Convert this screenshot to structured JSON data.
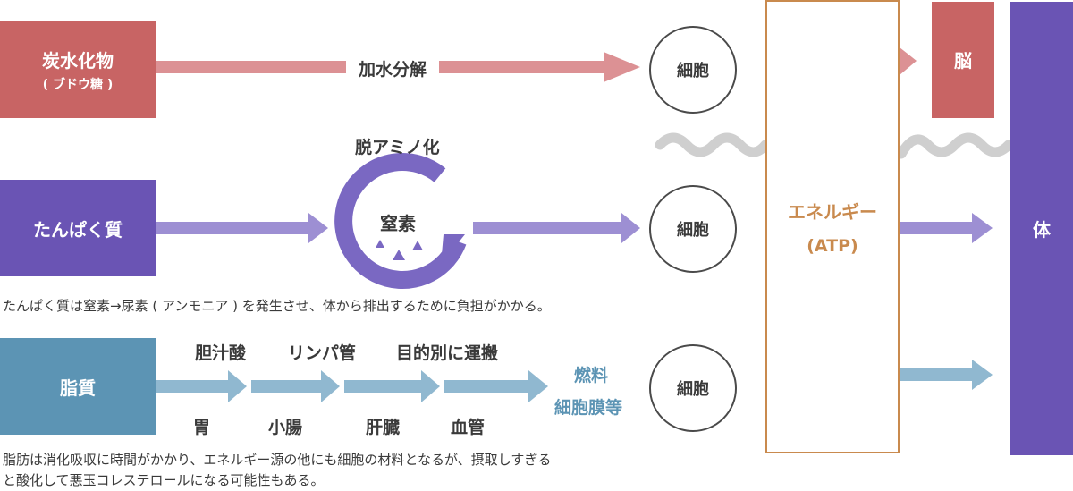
{
  "carbohydrate": {
    "label": "炭水化物",
    "sublabel": "( ブドウ糖 )",
    "process": "加水分解"
  },
  "protein": {
    "label": "たんぱく質",
    "process": "脱アミノ化",
    "cycle_label": "窒素",
    "note": "たんぱく質は窒素→尿素 ( アンモニア ) を発生させ、体から排出するために負担がかかる。"
  },
  "fat": {
    "label": "脂質",
    "steps_top": [
      "胆汁酸",
      "リンパ管",
      "目的別に運搬"
    ],
    "steps_bottom": [
      "胃",
      "小腸",
      "肝臓",
      "血管"
    ],
    "usage_line1": "燃料",
    "usage_line2": "細胞膜等",
    "note_line1": "脂肪は消化吸収に時間がかかり、エネルギー源の他にも細胞の材料となるが、摂取しすぎる",
    "note_line2": "と酸化して悪玉コレステロールになる可能性もある。"
  },
  "cell_label": "細胞",
  "energy": {
    "label": "エネルギー",
    "sublabel": "(ATP)"
  },
  "brain": {
    "label": "脳"
  },
  "body": {
    "label": "体"
  },
  "colors": {
    "carb": "#c86464",
    "carb_arrow": "#dc9194",
    "protein": "#6a54b4",
    "protein_arrow": "#9d8fd3",
    "fat": "#5c94b4",
    "fat_arrow": "#90b8d0",
    "energy_border": "#c98a4e",
    "energy_text": "#c98a4e",
    "fat_usage_text": "#5c94b4",
    "wave": "#cfcfcf"
  }
}
